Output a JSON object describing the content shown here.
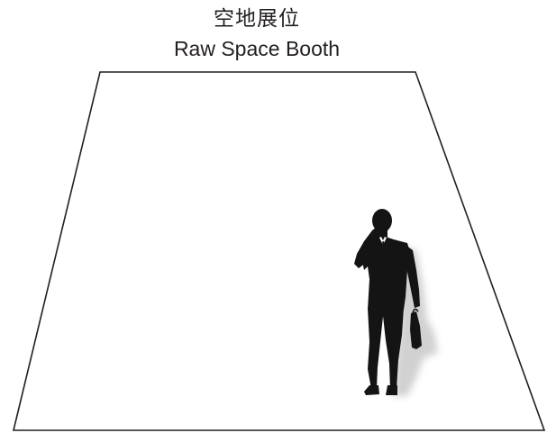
{
  "title": {
    "chinese": "空地展位",
    "english": "Raw Space Booth"
  },
  "colors": {
    "line": "#231f20",
    "figure": "#141414",
    "shadow": "#9a9a9a",
    "background": "#ffffff"
  },
  "figure": {
    "icon": "businessman-on-phone-silhouette"
  }
}
